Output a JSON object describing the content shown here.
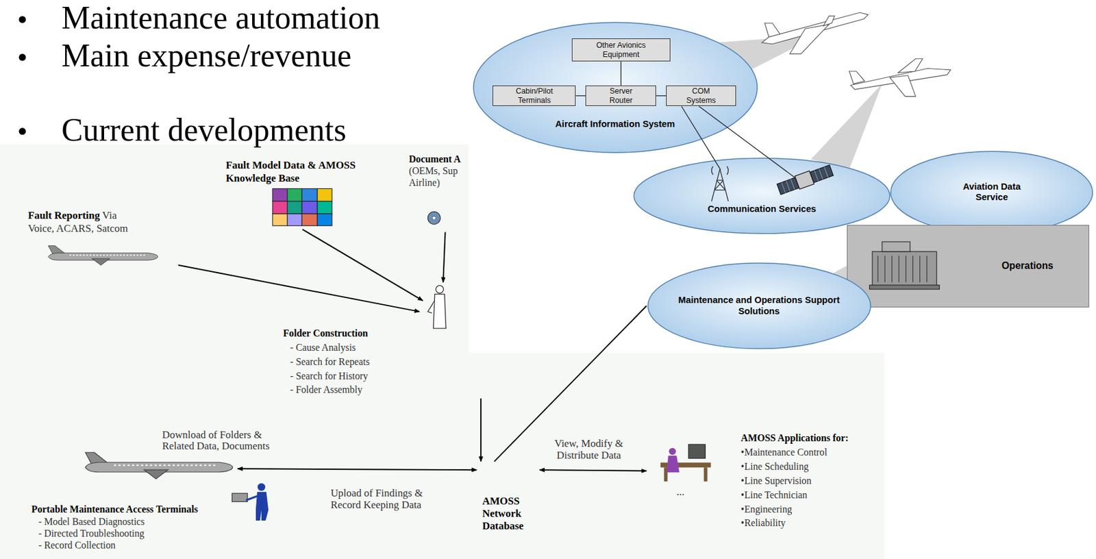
{
  "diagram": {
    "nodes": [
      {
        "text": [
          "Aircraft Information System"
        ]
      },
      {
        "text": [
          "Other Avionics Equipment"
        ],
        "in": 0
      },
      {
        "text": [
          "Cabin/Pilot Terminals"
        ],
        "in": 0
      },
      {
        "text": [
          "Server Router"
        ],
        "in": 0
      },
      {
        "text": [
          "COM Systems"
        ],
        "in": 0
      },
      {
        "text": [
          "Communication Services"
        ]
      },
      {
        "text": [
          "Aviation Data Service"
        ]
      },
      {
        "text": [
          "Operations"
        ]
      },
      {
        "text": [
          "Maintenance and Operations Support Solutions"
        ]
      },
      {
        "text": [
          "Fault Model Data & AMOSS Knowledge Base"
        ]
      },
      {
        "text": [
          "Document A",
          "(OEMs, Sup Airline)"
        ]
      },
      {
        "text": [
          "Fault Reporting",
          "Via Voice, ACARS, Satcom"
        ]
      },
      {
        "text": [
          "Folder Construction",
          "- Cause Analysis",
          "- Search for Repeats",
          "- Search for History",
          "- Folder Assembly"
        ]
      },
      {
        "text": [
          "Portable Maintenance Access Terminals",
          "- Model Based Diagnostics",
          "- Directed Troubleshooting",
          "- Record Collection"
        ]
      },
      {
        "text": [
          "AMOSS Network Database"
        ]
      },
      {
        "text": [
          "AMOSS Applications for:",
          "•Maintenance Control",
          "•Line Scheduling",
          "•Line Supervision",
          "•Line Technician",
          "•Engineering",
          "•Reliability"
        ]
      }
    ],
    "edges": [
      {
        "from": 1,
        "to": 3,
        "arrow": "none"
      },
      {
        "from": 2,
        "to": 3,
        "arrow": "none"
      },
      {
        "from": 3,
        "to": 4,
        "arrow": "none"
      },
      {
        "from": 4,
        "to": 5,
        "arrow": "none"
      },
      {
        "from": 4,
        "to": 5,
        "arrow": "none"
      },
      {
        "from": 11,
        "to": 12,
        "arrow": "to"
      },
      {
        "from": 9,
        "to": 12,
        "arrow": "to"
      },
      {
        "from": 10,
        "to": 12,
        "arrow": "to"
      },
      {
        "from": 12,
        "to": 14,
        "arrow": "to"
      },
      {
        "from": 13,
        "to": 14,
        "arrow": "both",
        "label": "Download of Folders & Related Data, Documents"
      },
      {
        "from": 14,
        "to": 15,
        "arrow": "both",
        "label": "View, Modify & Distribute Data"
      },
      {
        "from": 14,
        "to": 8,
        "arrow": "none"
      }
    ],
    "labels": [
      "Maintenance automation",
      "Main expense/revenue",
      "Current developments",
      "Upload of Findings & Record Keeping Data",
      "..."
    ]
  }
}
